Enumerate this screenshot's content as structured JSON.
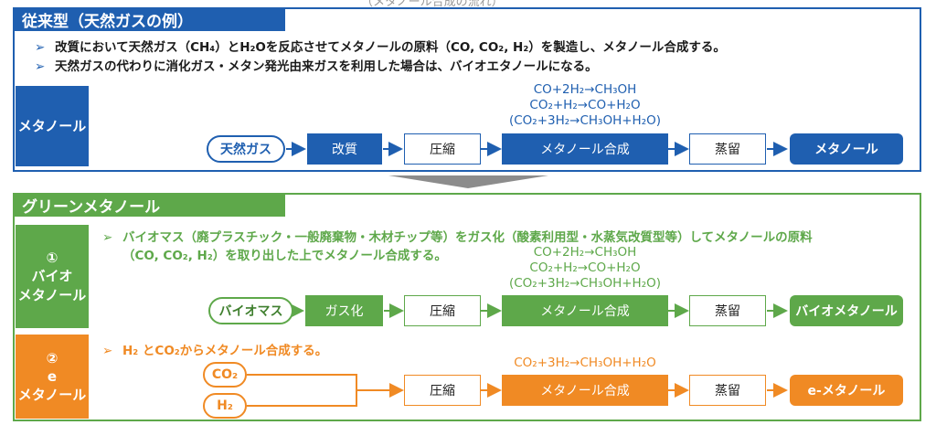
{
  "top_caption": "（メタノール合成の流れ）",
  "conventional": {
    "title": "従来型（天然ガスの例）",
    "bullet1": "改質において天然ガス（CH₄）とH₂Oを反応させてメタノールの原料（CO, CO₂, H₂）を製造し、メタノール合成する。",
    "bullet2": "天然ガスの代わりに消化ガス・メタン発光由来ガスを利用した場合は、バイオエタノールになる。",
    "side_label": "メタノール",
    "eq1": "CO+2H₂→CH₃OH",
    "eq2": "CO₂+H₂→CO+H₂O",
    "eq3": "(CO₂+3H₂→CH₃OH+H₂O)",
    "input": "天然ガス",
    "step1": "改質",
    "step2": "圧縮",
    "step3": "メタノール合成",
    "step4": "蒸留",
    "output": "メタノール"
  },
  "green": {
    "title": "グリーンメタノール",
    "bio": {
      "side_num": "①",
      "side_l1": "バイオ",
      "side_l2": "メタノール",
      "bullet_l1": "バイオマス（廃プラスチック・一般廃棄物・木材チップ等）をガス化（酸素利用型・水蒸気改質型等）してメタノールの原料",
      "bullet_l2": "（CO, CO₂, H₂）を取り出した上でメタノール合成する。",
      "eq1": "CO+2H₂→CH₃OH",
      "eq2": "CO₂+H₂→CO+H₂O",
      "eq3": "(CO₂+3H₂→CH₃OH+H₂O)",
      "input": "バイオマス",
      "step1": "ガス化",
      "step2": "圧縮",
      "step3": "メタノール合成",
      "step4": "蒸留",
      "output": "バイオメタノール"
    },
    "e": {
      "side_num": "②",
      "side_l1": "e",
      "side_l2": "メタノール",
      "bullet": "H₂ とCO₂からメタノール合成する。",
      "eq": "CO₂+3H₂→CH₃OH+H₂O",
      "input1": "CO₂",
      "input2": "H₂",
      "step1": "圧縮",
      "step2": "メタノール合成",
      "step3": "蒸留",
      "output": "e-メタノール"
    }
  },
  "colors": {
    "blue": "#1f5fb0",
    "green": "#5ea84a",
    "orange": "#f08a24",
    "gray": "#8c8c8c"
  }
}
